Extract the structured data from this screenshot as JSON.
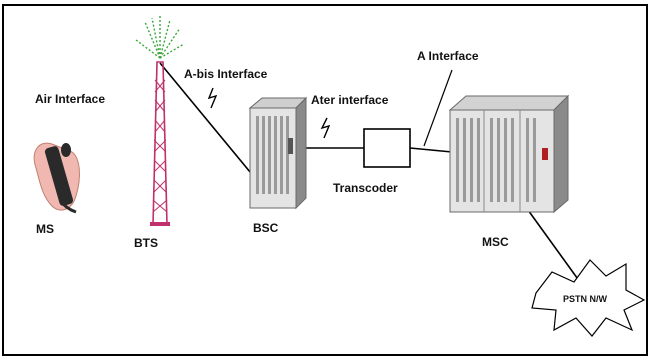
{
  "labels": {
    "air_interface": "Air Interface",
    "abis_interface": "A-bis Interface",
    "ater_interface": "Ater interface",
    "a_interface": "A Interface",
    "ms": "MS",
    "bts": "BTS",
    "bsc": "BSC",
    "transcoder": "Transcoder",
    "msc": "MSC",
    "pstn": "PSTN N/W"
  },
  "colors": {
    "tower": "#c0306a",
    "tower_signal": "#3aa63a",
    "rack_light": "#e4e4e4",
    "rack_mid": "#b8b8b8",
    "rack_dark": "#6a6a6a",
    "line": "#000000",
    "phone_hand": "#f0b8b0",
    "phone_body": "#2a2a2a"
  }
}
